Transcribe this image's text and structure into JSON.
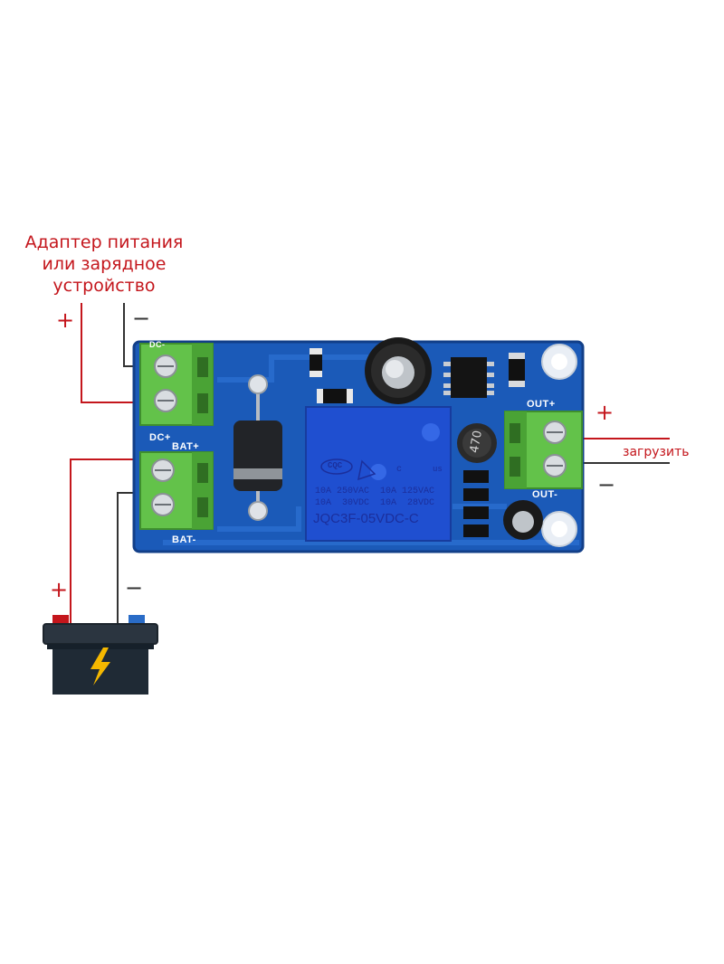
{
  "labels": {
    "source_line1": "Адаптер питания",
    "source_line2": "или зарядное",
    "source_line3": "устройство",
    "load": "загрузить",
    "plus": "+",
    "minus": "−"
  },
  "board": {
    "dc_plus": "DC+",
    "dc_minus": "DC-",
    "bat_plus": "BAT+",
    "bat_minus": "BAT-",
    "out_plus": "OUT+",
    "out_minus": "OUT-",
    "inductor": "470",
    "relay": {
      "brand": "CQC",
      "line1": "10A 250VAC  10A 125VAC",
      "line2": "10A  30VDC  10A  28VDC",
      "model": "JQC3F-05VDC-C",
      "mark_c": "c",
      "mark_us": "us"
    }
  },
  "colors": {
    "pcb": "#1b5ab8",
    "terminal": "#63c24a",
    "wire_red": "#c4161c",
    "wire_dark": "#333333"
  },
  "icons": {
    "battery": "battery-icon",
    "bolt": "lightning-bolt-icon"
  }
}
